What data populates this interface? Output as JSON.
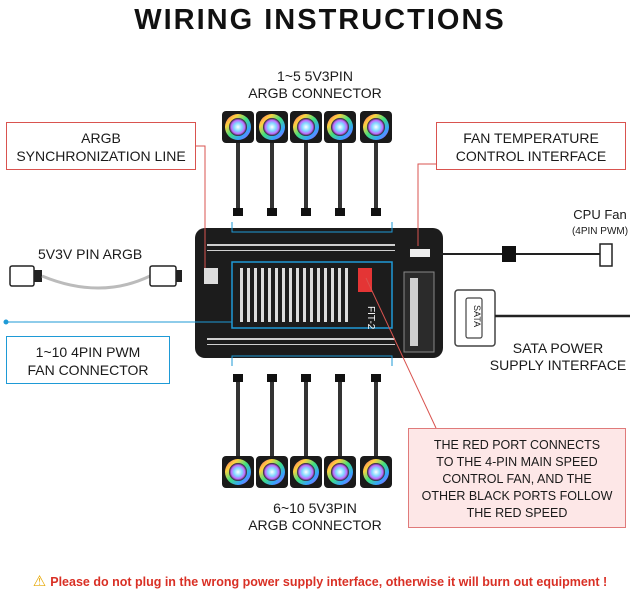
{
  "title": "WIRING INSTRUCTIONS",
  "labels": {
    "top_connector_line1": "1~5 5V3PIN",
    "top_connector_line2": "ARGB CONNECTOR",
    "bottom_connector_line1": "6~10 5V3PIN",
    "bottom_connector_line2": "ARGB CONNECTOR",
    "argb_input": "5V3V PIN ARGB",
    "cpu_fan_line1": "CPU Fan",
    "cpu_fan_line2": "(4PIN PWM)",
    "sata_line1": "SATA POWER",
    "sata_line2": "SUPPLY INTERFACE"
  },
  "boxes": {
    "argb_sync_line1": "ARGB",
    "argb_sync_line2": "SYNCHRONIZATION LINE",
    "fan_temp_line1": "FAN TEMPERATURE",
    "fan_temp_line2": "CONTROL INTERFACE",
    "pwm_line1": "1~10 4PIN PWM",
    "pwm_line2": "FAN CONNECTOR",
    "red_port_line1": "THE RED PORT CONNECTS",
    "red_port_line2": "TO THE 4-PIN MAIN SPEED",
    "red_port_line3": "CONTROL FAN, AND THE",
    "red_port_line4": "OTHER BLACK PORTS FOLLOW",
    "red_port_line5": "THE RED SPEED"
  },
  "hub": {
    "board_text": "FIT-2",
    "sata_text": "SATA"
  },
  "warning": "Please do not plug in the wrong power supply interface, otherwise it will burn out equipment !",
  "colors": {
    "callout_red": "#d9534f",
    "callout_blue": "#1e9ad6",
    "warning_red": "#d93025",
    "board_black": "#1c1c1c"
  }
}
